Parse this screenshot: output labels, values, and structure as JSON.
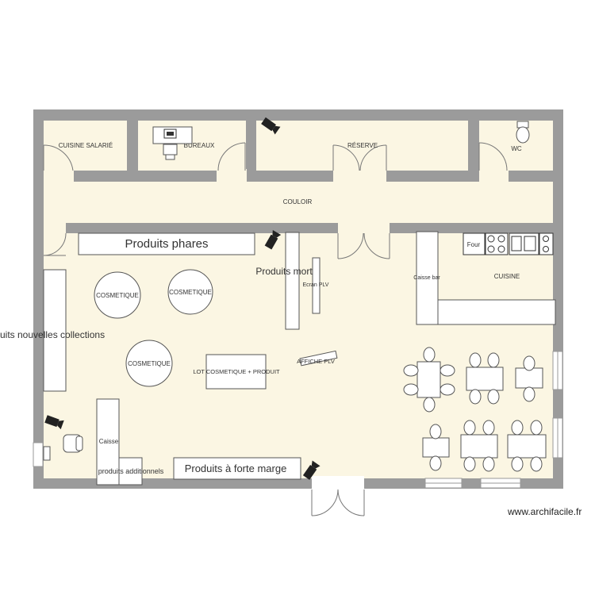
{
  "rooms": {
    "cuisine_salarie": "CUISINE SALARIÉ",
    "bureaux": "BUREAUX",
    "reserve": "RÉSERVE",
    "wc": "WC",
    "couloir": "COULOIR",
    "cuisine": "CUISINE"
  },
  "labels": {
    "produits_phares": "Produits phares",
    "produits_morts": "Produits morts",
    "ecran_plv": "Ecran PLV",
    "caisse_bar": "Caisse bar",
    "cosmetique_1": "COSMETIQUE",
    "cosmetique_2": "COSMETIQUE",
    "cosmetique_3": "COSMETIQUE",
    "nouvelles_collections": "uits nouvelles collections",
    "lot_cosmetique": "LOT COSMETIQUE + PRODUIT",
    "affiche_plv": "AFFICHE PLV",
    "caisse": "Caisse",
    "produits_additionnels": "produits additionnels",
    "produits_forte_marge": "Produits à forte marge",
    "four": "Four"
  },
  "watermark": "www.archifacile.fr",
  "colors": {
    "wall": "#9b9b9b",
    "floor": "#fbf6e3",
    "furniture_fill": "#ffffff",
    "stroke": "#555555"
  }
}
